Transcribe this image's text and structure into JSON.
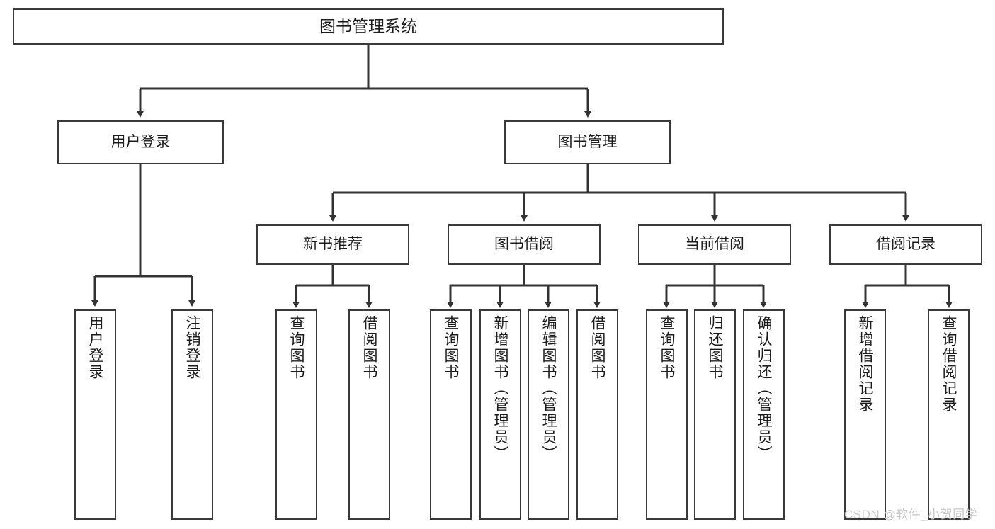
{
  "diagram": {
    "type": "tree",
    "title": "图书管理系统",
    "stroke_color": "#3a3a3a",
    "background_color": "#ffffff",
    "text_color": "#1b1b1b",
    "root": {
      "id": "root",
      "label": "图书管理系统"
    },
    "level2": [
      {
        "id": "user-login",
        "label": "用户登录"
      },
      {
        "id": "book-management",
        "label": "图书管理"
      }
    ],
    "level3": [
      {
        "id": "new-book-recommend",
        "label": "新书推荐",
        "parent": "book-management"
      },
      {
        "id": "book-borrow",
        "label": "图书借阅",
        "parent": "book-management"
      },
      {
        "id": "current-borrow",
        "label": "当前借阅",
        "parent": "book-management"
      },
      {
        "id": "borrow-record",
        "label": "借阅记录",
        "parent": "book-management"
      }
    ],
    "leaves": [
      {
        "id": "leaf-user-login",
        "label": "用户登录",
        "parent": "user-login"
      },
      {
        "id": "leaf-user-logout",
        "label": "注销登录",
        "parent": "user-login"
      },
      {
        "id": "leaf-query-book-1",
        "label": "查询图书",
        "parent": "new-book-recommend"
      },
      {
        "id": "leaf-borrow-book-1",
        "label": "借阅图书",
        "parent": "new-book-recommend"
      },
      {
        "id": "leaf-query-book-2",
        "label": "查询图书",
        "parent": "book-borrow"
      },
      {
        "id": "leaf-add-book",
        "label": "新增图书（管理员）",
        "parent": "book-borrow"
      },
      {
        "id": "leaf-edit-book",
        "label": "编辑图书（管理员）",
        "parent": "book-borrow"
      },
      {
        "id": "leaf-borrow-book-2",
        "label": "借阅图书",
        "parent": "book-borrow"
      },
      {
        "id": "leaf-query-book-3",
        "label": "查询图书",
        "parent": "current-borrow"
      },
      {
        "id": "leaf-return-book",
        "label": "归还图书",
        "parent": "current-borrow"
      },
      {
        "id": "leaf-confirm-return",
        "label": "确认归还（管理员）",
        "parent": "current-borrow"
      },
      {
        "id": "leaf-add-record",
        "label": "新增借阅记录",
        "parent": "borrow-record"
      },
      {
        "id": "leaf-query-record",
        "label": "查询借阅记录",
        "parent": "borrow-record"
      }
    ]
  },
  "watermark": {
    "text": "CSDN @软件_小贺同学",
    "color": "#c8c8c8"
  }
}
